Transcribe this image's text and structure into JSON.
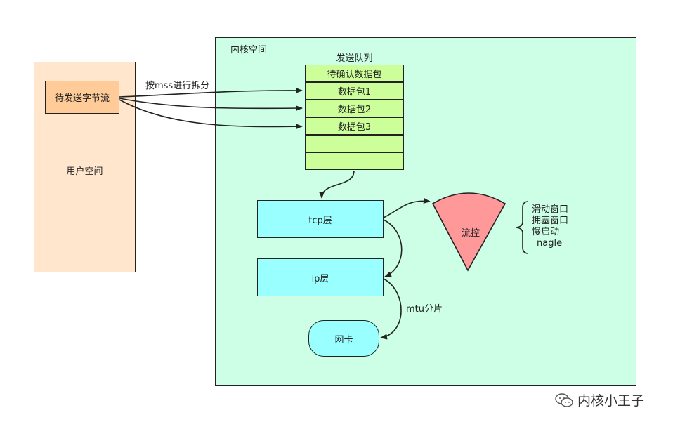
{
  "user_space": {
    "label": "用户空间",
    "stream_label": "待发送字节流"
  },
  "split_label": "按mss进行拆分",
  "kernel_space": {
    "label": "内核空间",
    "send_queue": {
      "title": "发送队列",
      "cells": [
        "待确认数据包",
        "数据包1",
        "数据包2",
        "数据包3",
        "",
        ""
      ]
    },
    "tcp_layer": "tcp层",
    "ip_layer": "ip层",
    "mtu_label": "mtu分片",
    "nic": "网卡"
  },
  "flow_control": {
    "label": "流控",
    "mechanisms": [
      "滑动窗口",
      "拥塞窗口",
      "慢启动",
      "nagle"
    ],
    "color": "#ff9999"
  },
  "watermark": {
    "text": "内核小王子",
    "icon": "wechat-icon"
  }
}
